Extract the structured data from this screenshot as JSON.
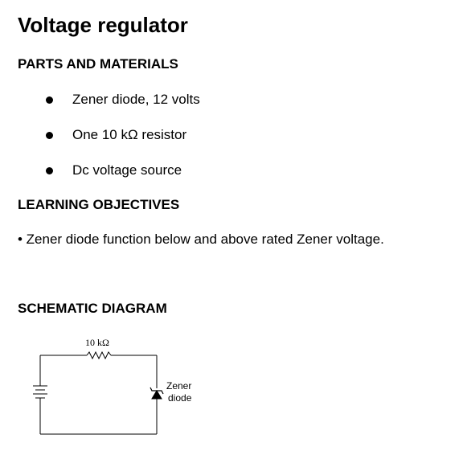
{
  "title": "Voltage regulator",
  "parts": {
    "heading": "PARTS AND MATERIALS",
    "items": [
      "Zener diode, 12 volts",
      "One 10 kΩ resistor",
      "Dc voltage source"
    ]
  },
  "objectives": {
    "heading": "LEARNING OBJECTIVES",
    "text": "• Zener diode function below and above rated Zener voltage."
  },
  "schematic": {
    "heading": "SCHEMATIC DIAGRAM",
    "resistor_label": "10 kΩ",
    "diode_label_line1": "Zener",
    "diode_label_line2": "diode"
  }
}
